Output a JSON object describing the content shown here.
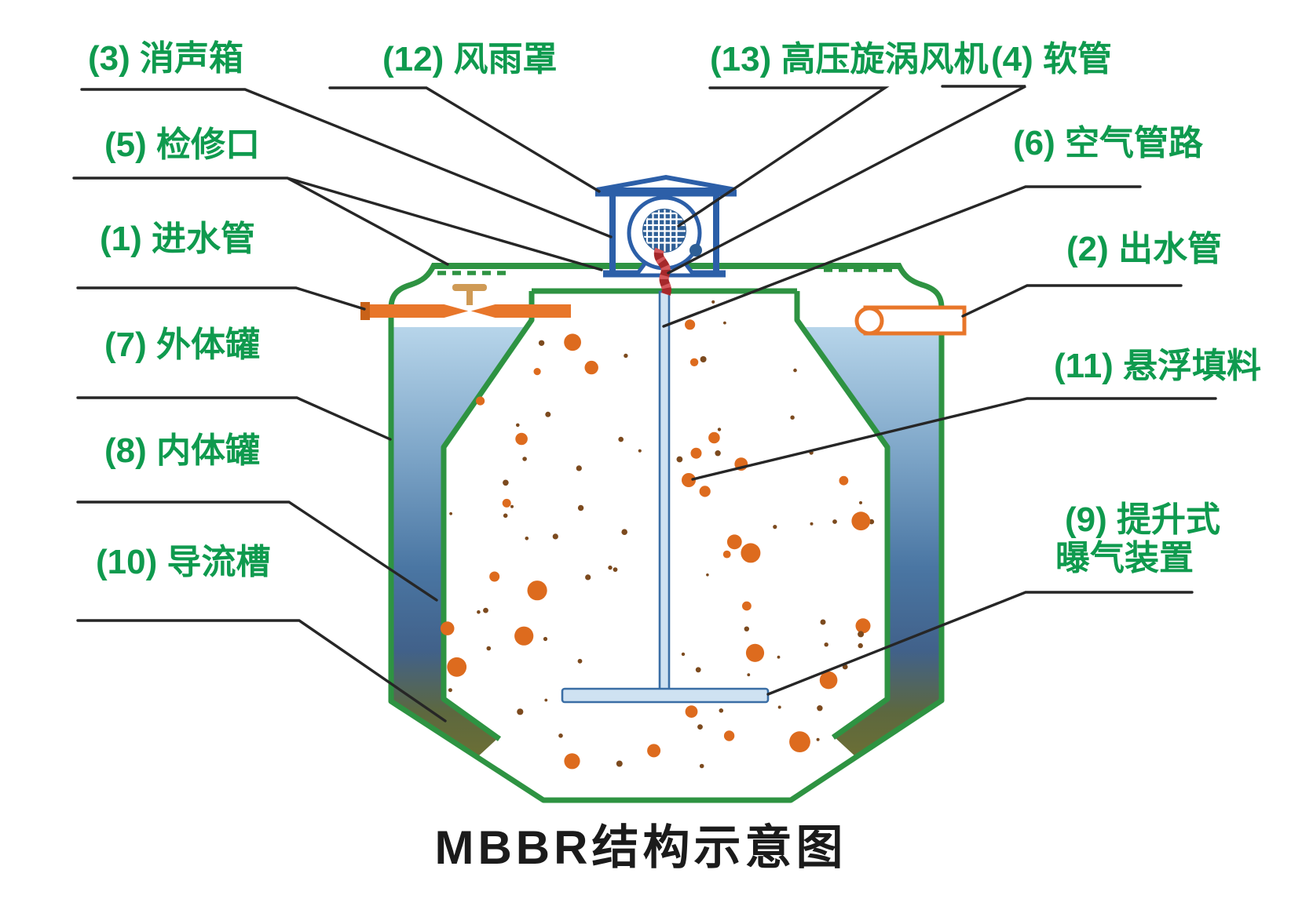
{
  "title": "MBBR结构示意图",
  "labels": {
    "inlet": "(1) 进水管",
    "outlet": "(2) 出水管",
    "muffler": "(3) 消声箱",
    "hose": "(4) 软管",
    "access": "(5) 检修口",
    "air_line": "(6) 空气管路",
    "outer_tank": "(7) 外体罐",
    "inner_tank": "(8) 内体罐",
    "airlift_1": "(9) 提升式",
    "airlift_2": "曝气装置",
    "guide": "(10) 导流槽",
    "media": "(11) 悬浮填料",
    "rain_cover": "(12) 风雨罩",
    "blower": "(13) 高压旋涡风机"
  },
  "colors": {
    "label_green": "#0f9a4e",
    "tank_green": "#2e9342",
    "pipe_orange": "#e8762a",
    "pipe_orange_dark": "#c96219",
    "valve_tan": "#cf9a55",
    "machine_blue": "#2c5fa8",
    "air_blue": "#3a6ea5",
    "pipe_fill": "#cfe2f2",
    "hose_red": "#a5282a",
    "hose_red_light": "#d4575b",
    "leader_black": "#262626",
    "media_orange": "#dd6b1e",
    "media_brown": "#7c4a1e",
    "water_top": "#b7d5ea",
    "water_mid": "#4a76a3",
    "water_bottom": "#6e7033"
  }
}
